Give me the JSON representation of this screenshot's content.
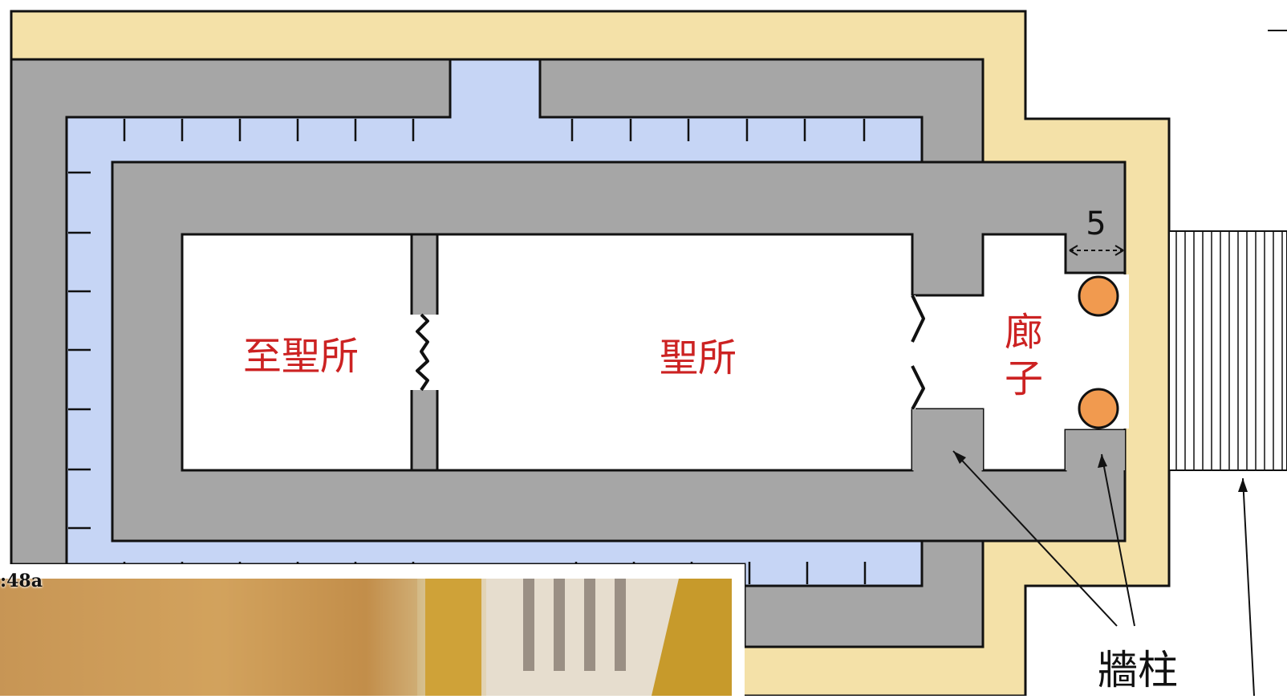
{
  "diagram": {
    "rooms": {
      "holy_of_holies": "至聖所",
      "holy_place": "聖所",
      "porch": "廊子"
    },
    "dimension_label": "5",
    "callouts": {
      "pilaster": "牆柱"
    },
    "colors": {
      "outer_platform": "#f4e1a8",
      "wall": "#a6a6a6",
      "side_chambers": "#c6d5f5",
      "room_label": "#cc2222",
      "column": "#f19a4f",
      "outline": "#111111"
    }
  },
  "inset": {
    "label": ":48a"
  }
}
